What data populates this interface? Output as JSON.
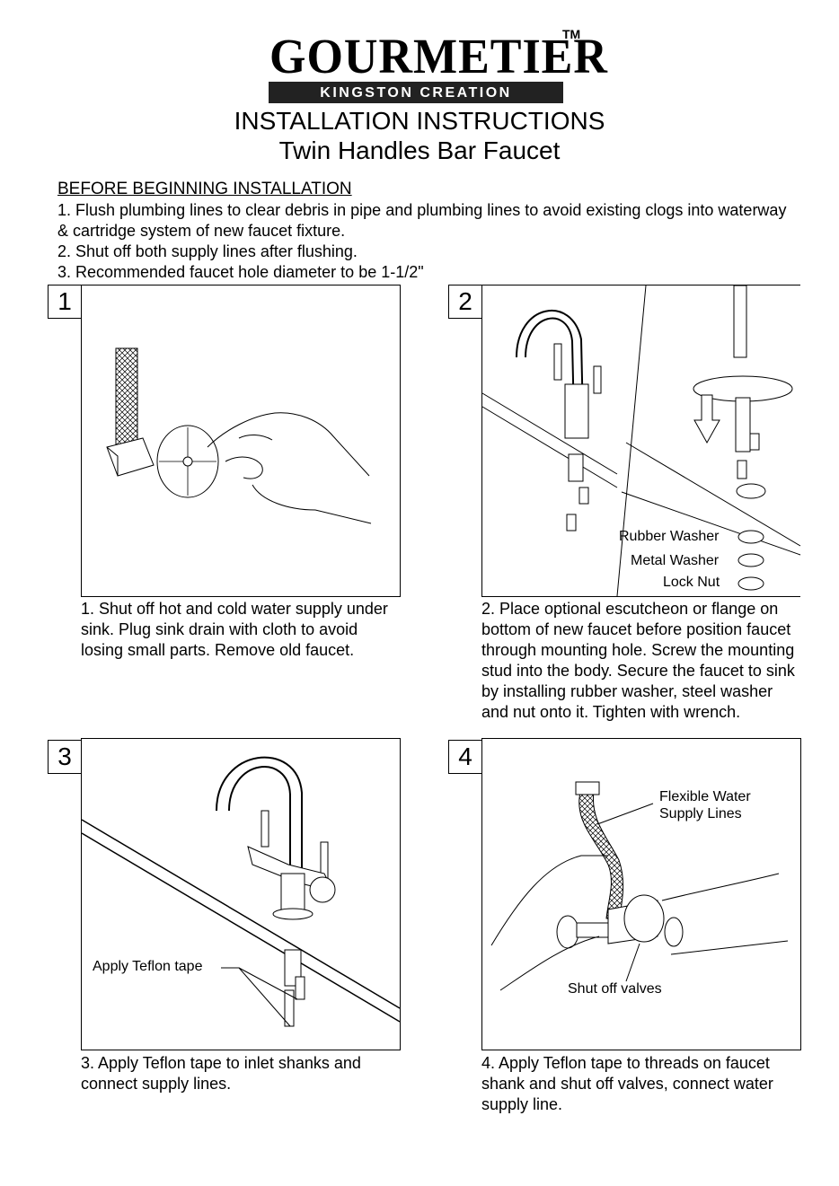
{
  "header": {
    "brand": "GOURMETIER",
    "tm": "TM",
    "subbrand": "KINGSTON CREATION",
    "title": "INSTALLATION INSTRUCTIONS",
    "subtitle": "Twin Handles Bar Faucet"
  },
  "before": {
    "heading": "BEFORE BEGINNING INSTALLATION",
    "lines": [
      "1. Flush plumbing lines to clear debris in pipe and plumbing lines to avoid existing clogs into waterway",
      "& cartridge system of new faucet fixture.",
      "2. Shut off both supply lines after flushing.",
      "3. Recommended faucet hole diameter to be 1-1/2\""
    ]
  },
  "steps": [
    {
      "number": "1",
      "caption": [
        "1.  Shut off hot and cold water supply under",
        "sink.  Plug sink drain with cloth to avoid",
        "losing small parts.  Remove old faucet."
      ],
      "icon": "shutoff-valve-hand-icon"
    },
    {
      "number": "2",
      "caption": [
        "2. Place optional escutcheon or flange on",
        "bottom of new faucet before position faucet",
        "through mounting hole.  Screw the mounting",
        "stud into the body.  Secure the faucet to sink",
        "by installing rubber washer, steel washer",
        "and nut onto it.  Tighten with wrench."
      ],
      "labels": [
        "Rubber Washer",
        "Metal Washer",
        "Lock Nut"
      ],
      "icon": "faucet-mounting-icon"
    },
    {
      "number": "3",
      "caption": [
        "3. Apply Teflon tape to inlet shanks and",
        "connect supply lines."
      ],
      "labels": [
        "Apply Teflon tape"
      ],
      "icon": "faucet-teflon-icon"
    },
    {
      "number": "4",
      "caption": [
        "4. Apply Teflon tape to threads on faucet",
        "shank and shut off valves, connect water",
        "supply line."
      ],
      "labels": [
        "Flexible Water",
        "Supply Lines",
        "Shut off valves"
      ],
      "icon": "supply-lines-icon"
    }
  ]
}
